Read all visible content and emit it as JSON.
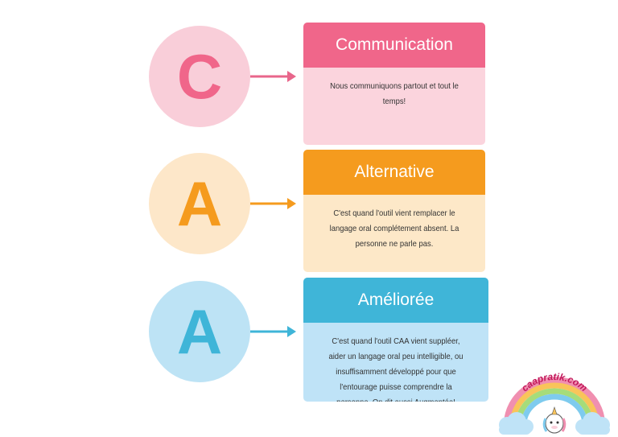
{
  "rows": [
    {
      "letter": "C",
      "title": "Communication",
      "text": "Nous communiquons partout et tout le temps!",
      "colors": {
        "circle_bg": "#f9ced9",
        "letter": "#f0668a",
        "header": "#f0668a",
        "body": "#fbd4dd",
        "arrow": "#e8668b"
      }
    },
    {
      "letter": "A",
      "title": "Alternative",
      "text": "C'est quand l'outil vient remplacer le langage oral complétement absent. La personne ne parle pas.",
      "colors": {
        "circle_bg": "#fde7c9",
        "letter": "#f59b1e",
        "header": "#f59b1e",
        "body": "#fde8c8",
        "arrow": "#f59b1e"
      }
    },
    {
      "letter": "A",
      "title": "Améliorée",
      "text": "C'est quand l'outil CAA vient suppléer, aider un langage oral peu intelligible, ou insuffisamment développé pour que l'entourage puisse comprendre la personne. On dit aussi Augmentée!",
      "colors": {
        "circle_bg": "#bde3f5",
        "letter": "#3fb5d8",
        "header": "#3fb5d8",
        "body": "#bfe3f7",
        "arrow": "#3fb5d8"
      }
    }
  ],
  "logo": {
    "text": "caapratik.com"
  }
}
